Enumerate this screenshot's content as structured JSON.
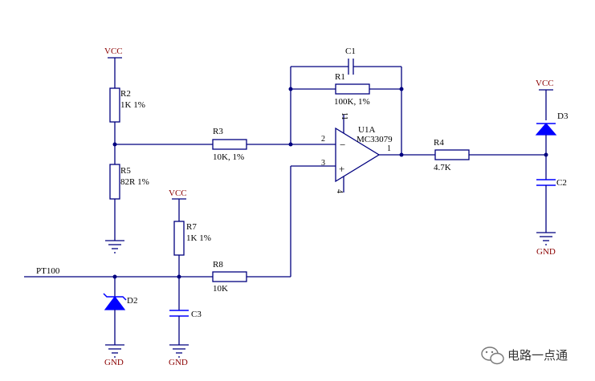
{
  "title": "",
  "nets": {
    "vcc_left": "VCC",
    "vcc_mid": "VCC",
    "vcc_right": "VCC",
    "gnd_d2": "GND",
    "gnd_c3": "GND",
    "gnd_c2": "GND",
    "pt100": "PT100"
  },
  "components": {
    "r2": {
      "ref": "R2",
      "value": "1K 1%"
    },
    "r5": {
      "ref": "R5",
      "value": "82R 1%"
    },
    "r3": {
      "ref": "R3",
      "value": "10K, 1%"
    },
    "r1": {
      "ref": "R1",
      "value": "100K, 1%"
    },
    "c1": {
      "ref": "C1"
    },
    "u1": {
      "ref": "U1A",
      "value": "MC33079"
    },
    "r4": {
      "ref": "R4",
      "value": "4.7K"
    },
    "d3": {
      "ref": "D3"
    },
    "c2": {
      "ref": "C2"
    },
    "r7": {
      "ref": "R7",
      "value": "1K 1%"
    },
    "r8": {
      "ref": "R8",
      "value": "10K"
    },
    "d2": {
      "ref": "D2"
    },
    "c3": {
      "ref": "C3"
    }
  },
  "pins": {
    "inv": "2",
    "noninv": "3",
    "out": "1",
    "vplus": "11",
    "vminus": "4",
    "minus_sign": "−",
    "plus_sign": "+"
  },
  "watermark": "电路一点通",
  "watermark_icon": "wechat-icon",
  "colors": {
    "wire": "#00007f",
    "symbol": "#0000ff",
    "net_label": "#8b0000"
  }
}
